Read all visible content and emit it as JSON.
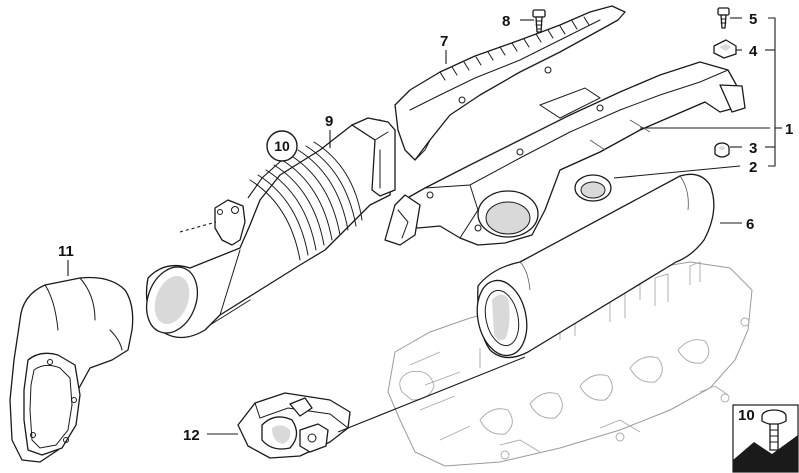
{
  "callouts": {
    "c1": "1",
    "c2": "2",
    "c3": "3",
    "c4": "4",
    "c5": "5",
    "c6": "6",
    "c7": "7",
    "c8": "8",
    "c9": "9",
    "c10_circled": "10",
    "c11": "11",
    "c12": "12",
    "c10_inset": "10"
  }
}
